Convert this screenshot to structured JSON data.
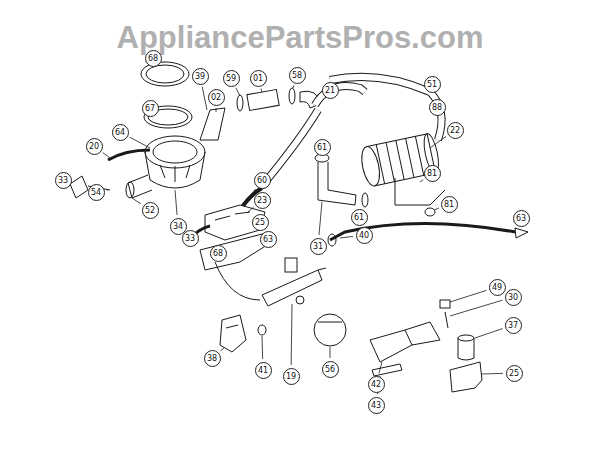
{
  "diagram": {
    "labels": [
      "AppliancePartsPros.com",
      "68",
      "67",
      "39",
      "02",
      "59",
      "01",
      "58",
      "21",
      "51",
      "88",
      "22",
      "20",
      "64",
      "61",
      "60",
      "81",
      "81",
      "33",
      "54",
      "52",
      "34",
      "33",
      "68",
      "23",
      "25",
      "63",
      "31",
      "61",
      "40",
      "63",
      "49",
      "30",
      "37",
      "25",
      "38",
      "41",
      "19",
      "56",
      "42",
      "43"
    ]
  }
}
